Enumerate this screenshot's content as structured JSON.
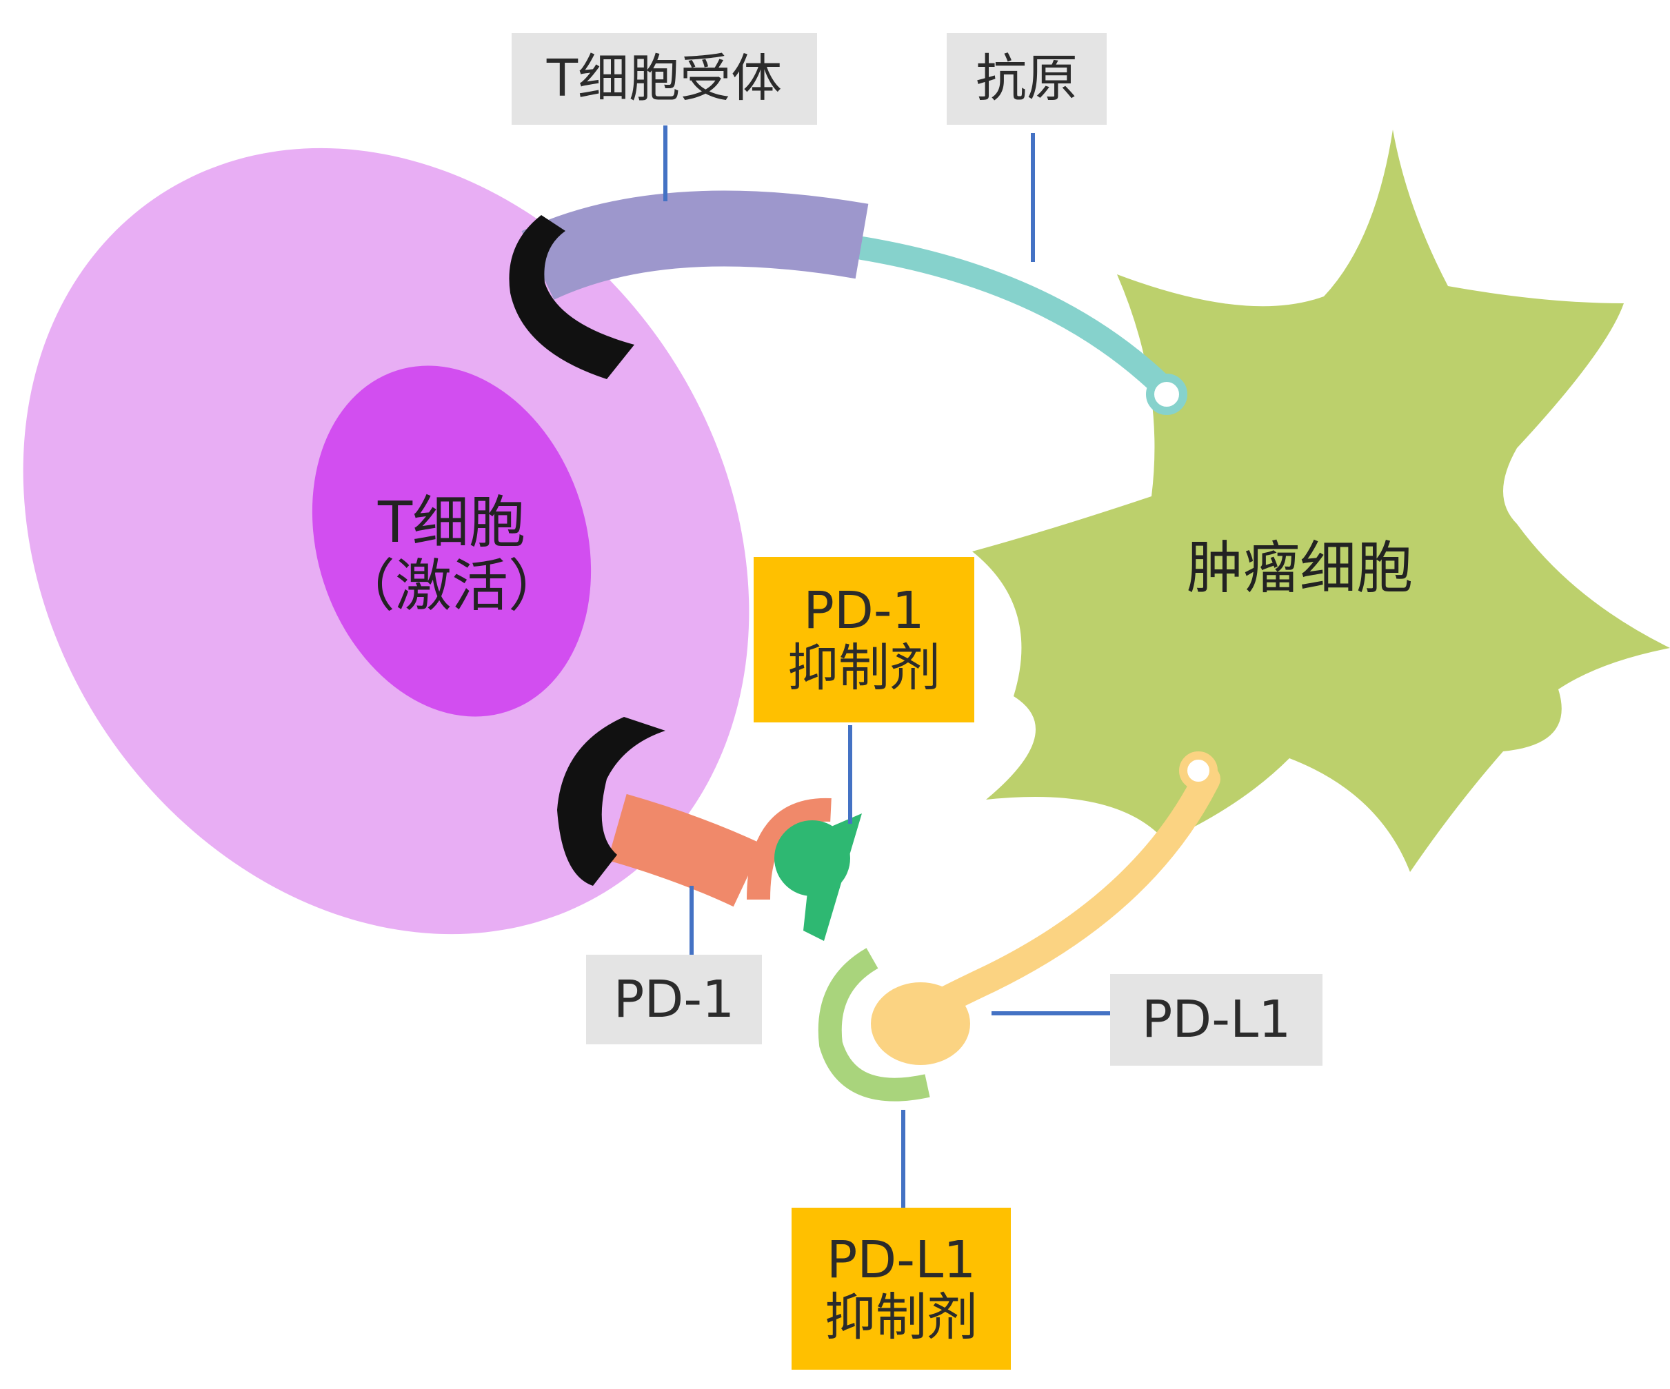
{
  "labels": {
    "tcr": "T细胞受体",
    "antigen": "抗原",
    "tcell_line1": "T细胞",
    "tcell_line2": "（激活）",
    "tumor": "肿瘤细胞",
    "pd1_inhibitor_line1": "PD-1",
    "pd1_inhibitor_line2": "抑制剂",
    "pd1": "PD-1",
    "pdl1": "PD-L1",
    "pdl1_inhibitor_line1": "PD-L1",
    "pdl1_inhibitor_line2": "抑制剂"
  },
  "colors": {
    "tcell": "#e8aef4",
    "nucleus": "#d24ef0",
    "tumor": "#bcd06c",
    "tcr": "#9d97cc",
    "antigen": "#86d2cc",
    "pd1": "#f0896a",
    "pdl1": "#fbd382",
    "pd1_inhibitor": "#2eb872",
    "pdl1_inhibitor": "#a9d47c",
    "anchor": "#111111",
    "leader": "#4472c4",
    "gray_box": "#e4e4e4",
    "gold_box": "#ffc000"
  }
}
